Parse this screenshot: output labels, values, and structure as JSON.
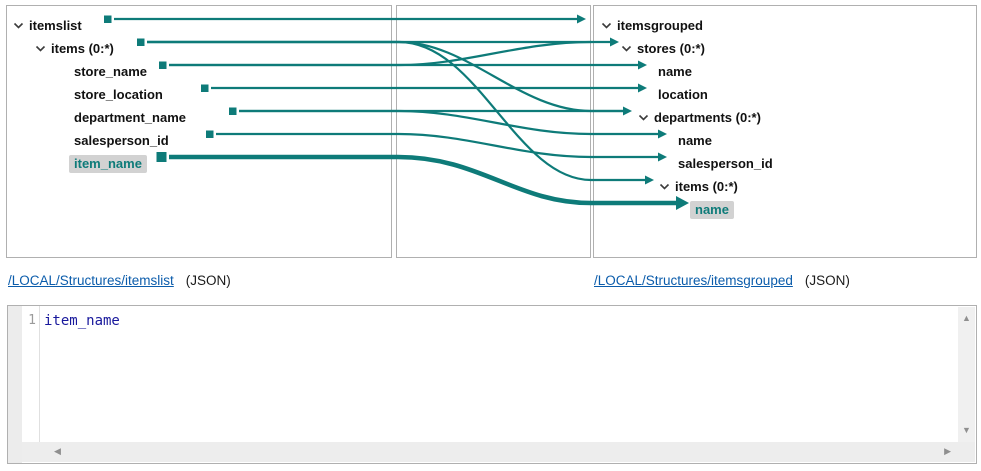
{
  "colors": {
    "wire_teal": "#0e7b79",
    "selected_bg": "#d2d2d2",
    "link_blue": "#0b5cab",
    "panel_border": "#b0b0b0",
    "code_blue": "#18189c"
  },
  "source_panel": {
    "nodes": [
      {
        "label": "itemslist",
        "type": "group",
        "expanded": true
      },
      {
        "label": "items (0:*)",
        "type": "group",
        "expanded": true
      },
      {
        "label": "store_name",
        "type": "field"
      },
      {
        "label": "store_location",
        "type": "field"
      },
      {
        "label": "department_name",
        "type": "field"
      },
      {
        "label": "salesperson_id",
        "type": "field"
      },
      {
        "label": "item_name",
        "type": "field",
        "selected": true
      }
    ],
    "link": "/LOCAL/Structures/itemslist",
    "format": "(JSON)"
  },
  "target_panel": {
    "nodes": [
      {
        "label": "itemsgrouped",
        "type": "group",
        "expanded": true
      },
      {
        "label": "stores (0:*)",
        "type": "group",
        "expanded": true
      },
      {
        "label": "name",
        "type": "field"
      },
      {
        "label": "location",
        "type": "field"
      },
      {
        "label": "departments (0:*)",
        "type": "group",
        "expanded": true
      },
      {
        "label": "name",
        "type": "field"
      },
      {
        "label": "salesperson_id",
        "type": "field"
      },
      {
        "label": "items (0:*)",
        "type": "group",
        "expanded": true
      },
      {
        "label": "name",
        "type": "field",
        "selected": true
      }
    ],
    "link": "/LOCAL/Structures/itemsgrouped",
    "format": "(JSON)"
  },
  "mappings": [
    {
      "from": "itemslist",
      "to": "itemsgrouped"
    },
    {
      "from": "items",
      "to": "stores"
    },
    {
      "from": "store_name",
      "to": "stores"
    },
    {
      "from": "store_name",
      "to": "stores/name"
    },
    {
      "from": "store_location",
      "to": "stores/location"
    },
    {
      "from": "items",
      "to": "stores/departments"
    },
    {
      "from": "department_name",
      "to": "departments"
    },
    {
      "from": "department_name",
      "to": "departments/name"
    },
    {
      "from": "salesperson_id",
      "to": "departments/salesperson_id"
    },
    {
      "from": "items",
      "to": "departments/items"
    },
    {
      "from": "item_name",
      "to": "items/name",
      "selected": true
    }
  ],
  "expression_editor": {
    "line_number": "1",
    "code": "item_name",
    "scroll_up": "▲",
    "scroll_down": "▼",
    "scroll_left": "◀",
    "scroll_right": "▶"
  }
}
